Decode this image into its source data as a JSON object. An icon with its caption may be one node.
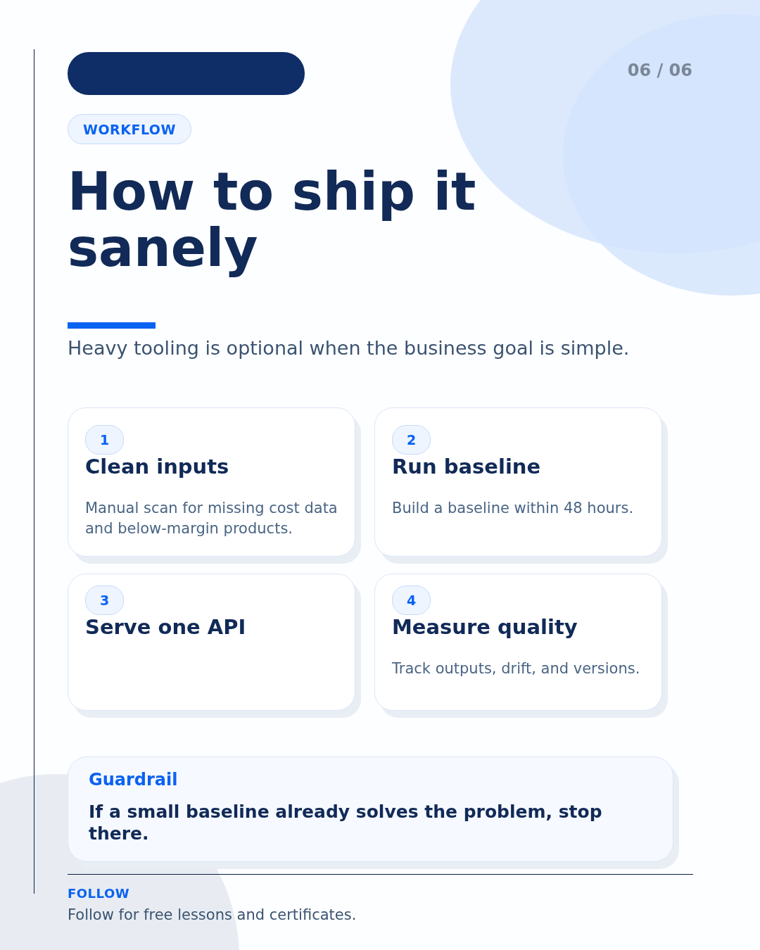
{
  "diagram": {
    "title": "How to ship it sanely",
    "nodes": [
      {
        "text": [],
        "shape": "box"
      },
      {
        "text": [
          "WORKFLOW"
        ]
      },
      {
        "text": [
          "Clean inputs",
          "Manual scan for missing cost data and below-margin products."
        ]
      },
      {
        "text": [
          "1"
        ],
        "in": 2
      },
      {
        "text": [
          "Run baseline",
          "Build a baseline within 48 hours."
        ]
      },
      {
        "text": [
          "2"
        ],
        "in": 4
      },
      {
        "text": [
          "Serve one API"
        ]
      },
      {
        "text": [
          "3"
        ],
        "in": 6
      },
      {
        "text": [
          "Measure quality",
          "Track outputs, drift, and versions."
        ]
      },
      {
        "text": [
          "4"
        ],
        "in": 8
      },
      {
        "text": [
          "Guardrail",
          "If a small baseline already solves the problem, stop there."
        ]
      }
    ],
    "labels": [
      "06 / 06",
      "Heavy tooling is optional when the business goal is simple.",
      "FOLLOW",
      "Follow for free lessons and certificates."
    ]
  }
}
